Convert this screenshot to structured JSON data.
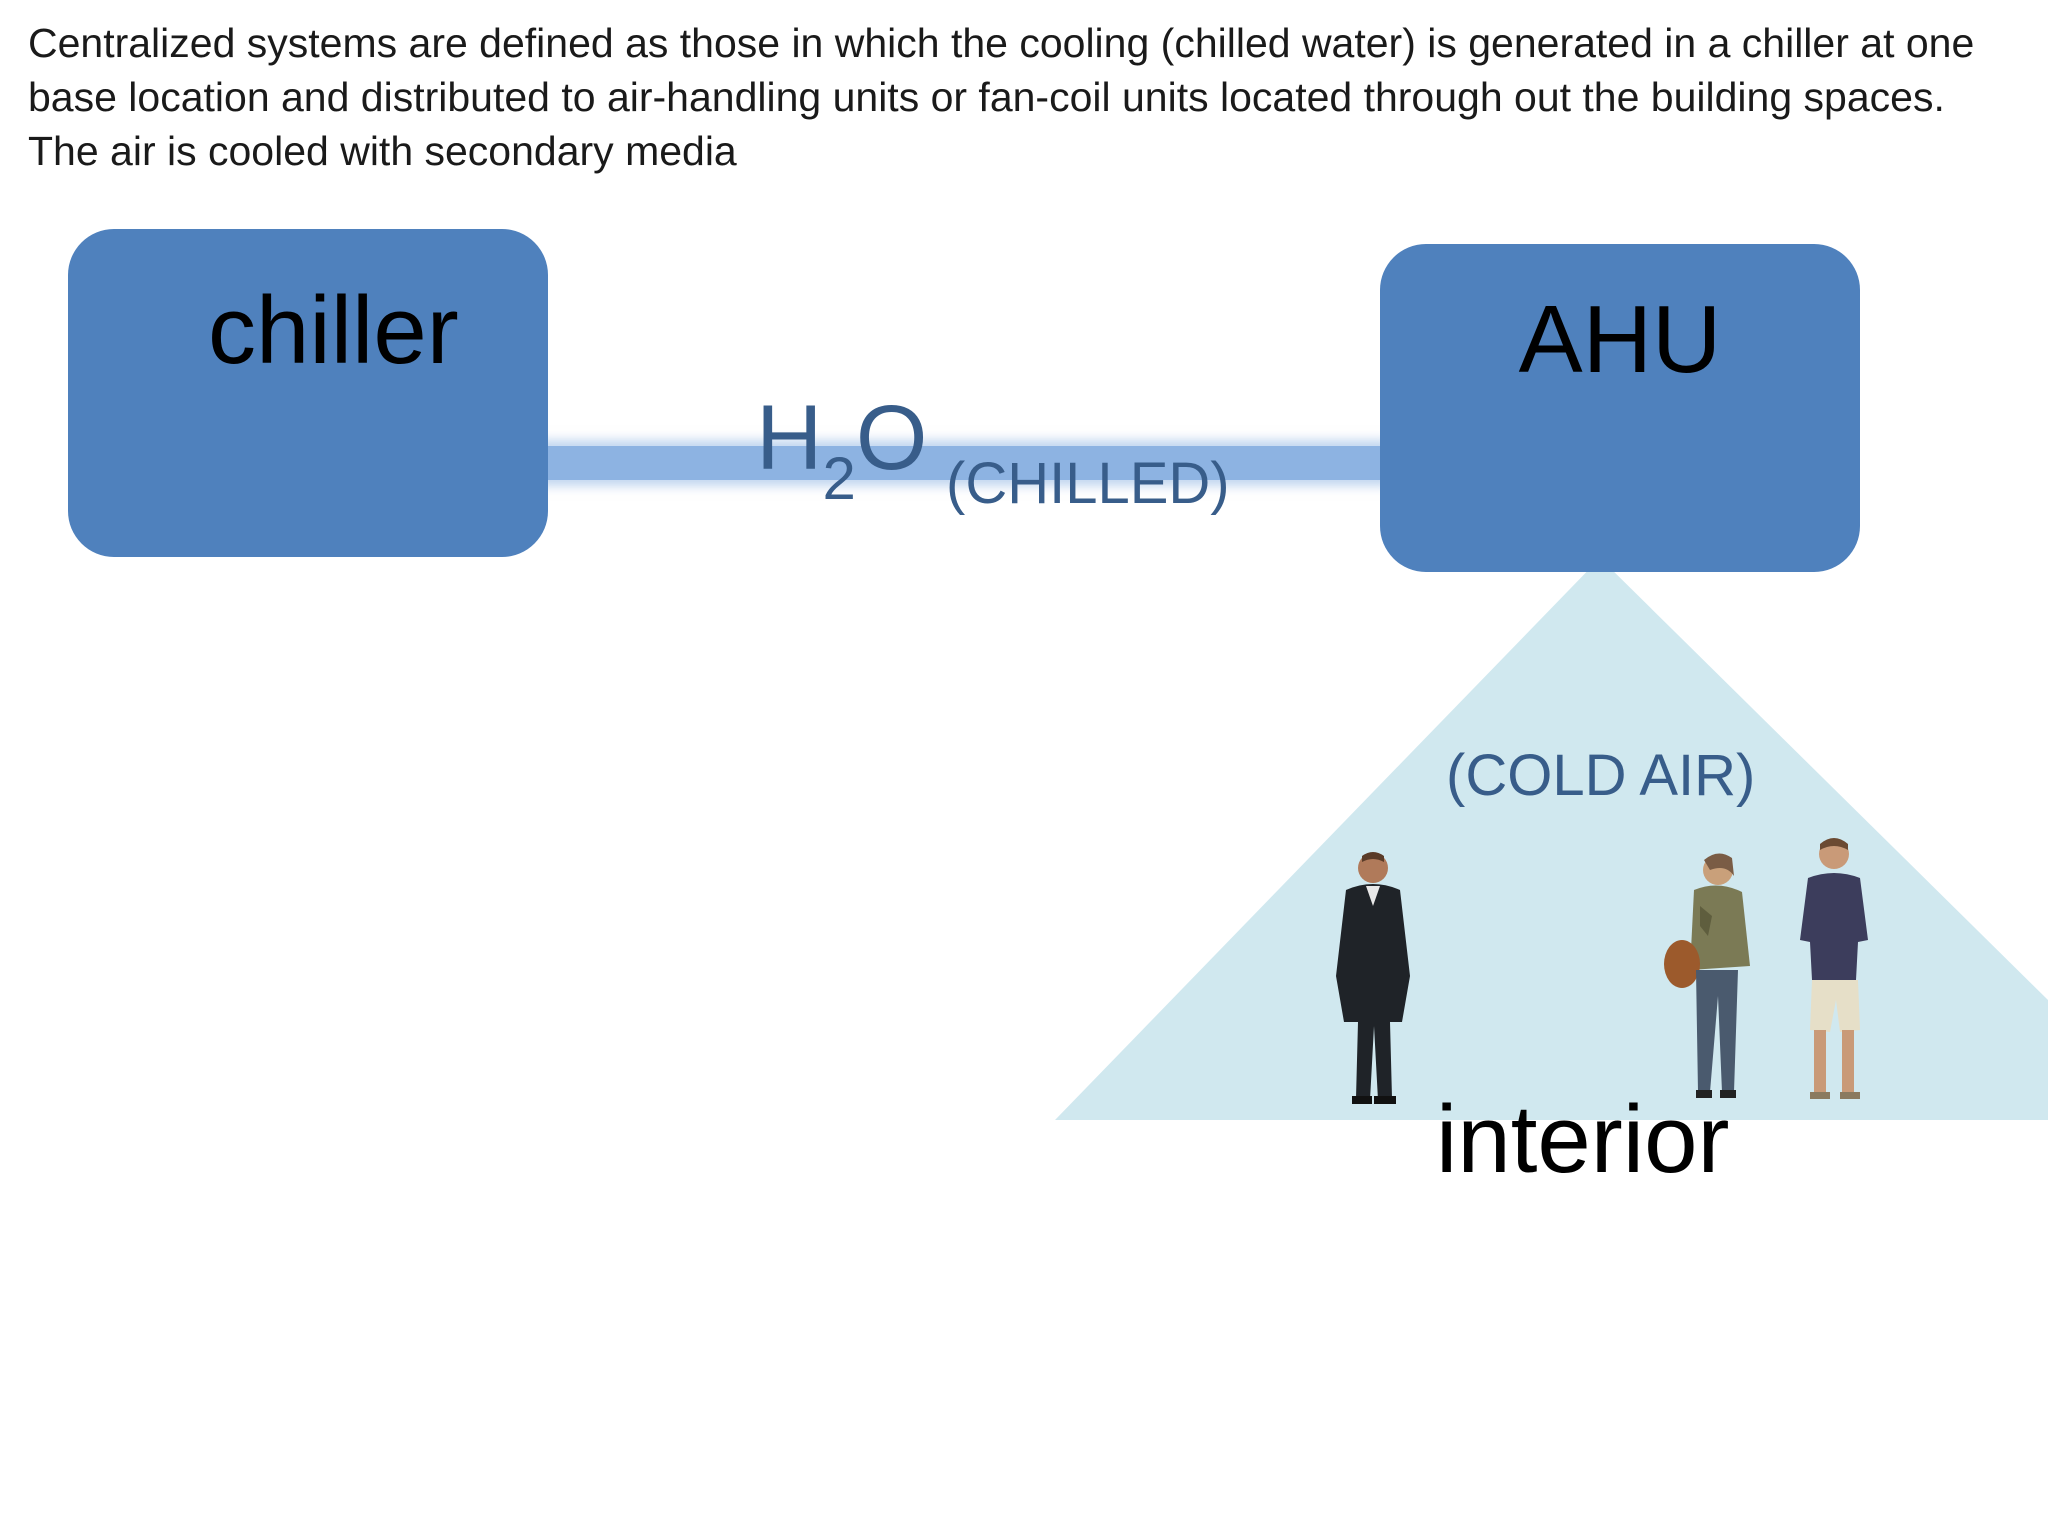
{
  "intro": {
    "line1": "Centralized systems are defined as those in which the cooling (chilled water) is generated in a chiller at one",
    "line2": "base location and distributed to air-handling units or fan-coil units located through out the building spaces.",
    "line3": "The air is cooled with secondary media"
  },
  "diagram": {
    "chiller_label": "chiller",
    "ahu_label": "AHU",
    "pipe": {
      "h": "H",
      "subscript": "2",
      "o": "O",
      "state": "(CHILLED)"
    },
    "air_label": "(COLD AIR)",
    "space_label": "interior"
  },
  "colors": {
    "box": "#4f81bd",
    "pipe": "#8db3e2",
    "label_blue": "#385d8a",
    "cold_air_cone": "#d0e8ef"
  }
}
